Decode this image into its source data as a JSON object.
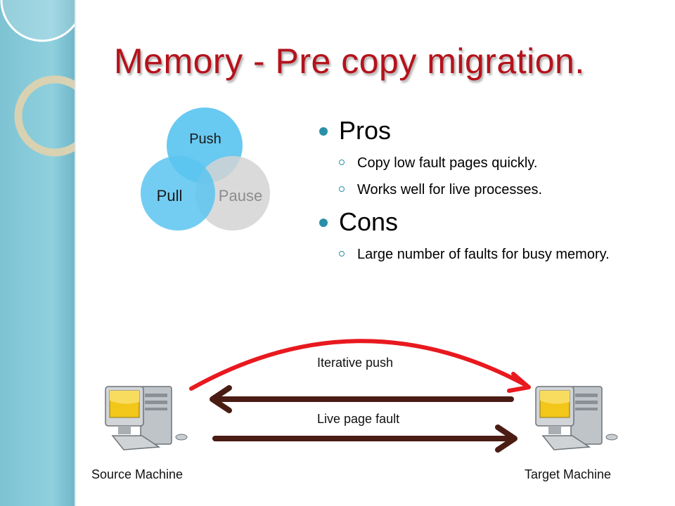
{
  "slide": {
    "title": "Memory - Pre copy migration."
  },
  "venn": {
    "circles": [
      "Push",
      "Pull",
      "Pause"
    ],
    "colors": {
      "push": "#5bc4f0",
      "pull": "#5bc4f0",
      "pause": "#d4d4d4",
      "pause_text": "#8c8c8c"
    }
  },
  "bullets": {
    "pros_label": "Pros",
    "pros": [
      "Copy low fault pages quickly.",
      "Works well for live processes."
    ],
    "cons_label": "Cons",
    "cons": [
      "Large number of faults for busy memory."
    ]
  },
  "diagram": {
    "iterative_push": "Iterative push",
    "live_page_fault": "Live page fault",
    "source": "Source Machine",
    "target": "Target Machine",
    "colors": {
      "push_arrow": "#e8191f",
      "fault_arrow": "#4a1c14",
      "accent": "#b5121b"
    }
  }
}
